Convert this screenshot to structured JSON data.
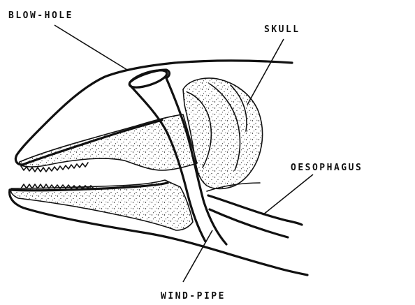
{
  "labels": {
    "blowhole": "BLOW-HOLE",
    "skull": "SKULL",
    "oesophagus": "OESOPHAGUS",
    "windpipe": "WIND-PIPE"
  },
  "colors": {
    "ink": "#111111",
    "background": "#ffffff"
  }
}
